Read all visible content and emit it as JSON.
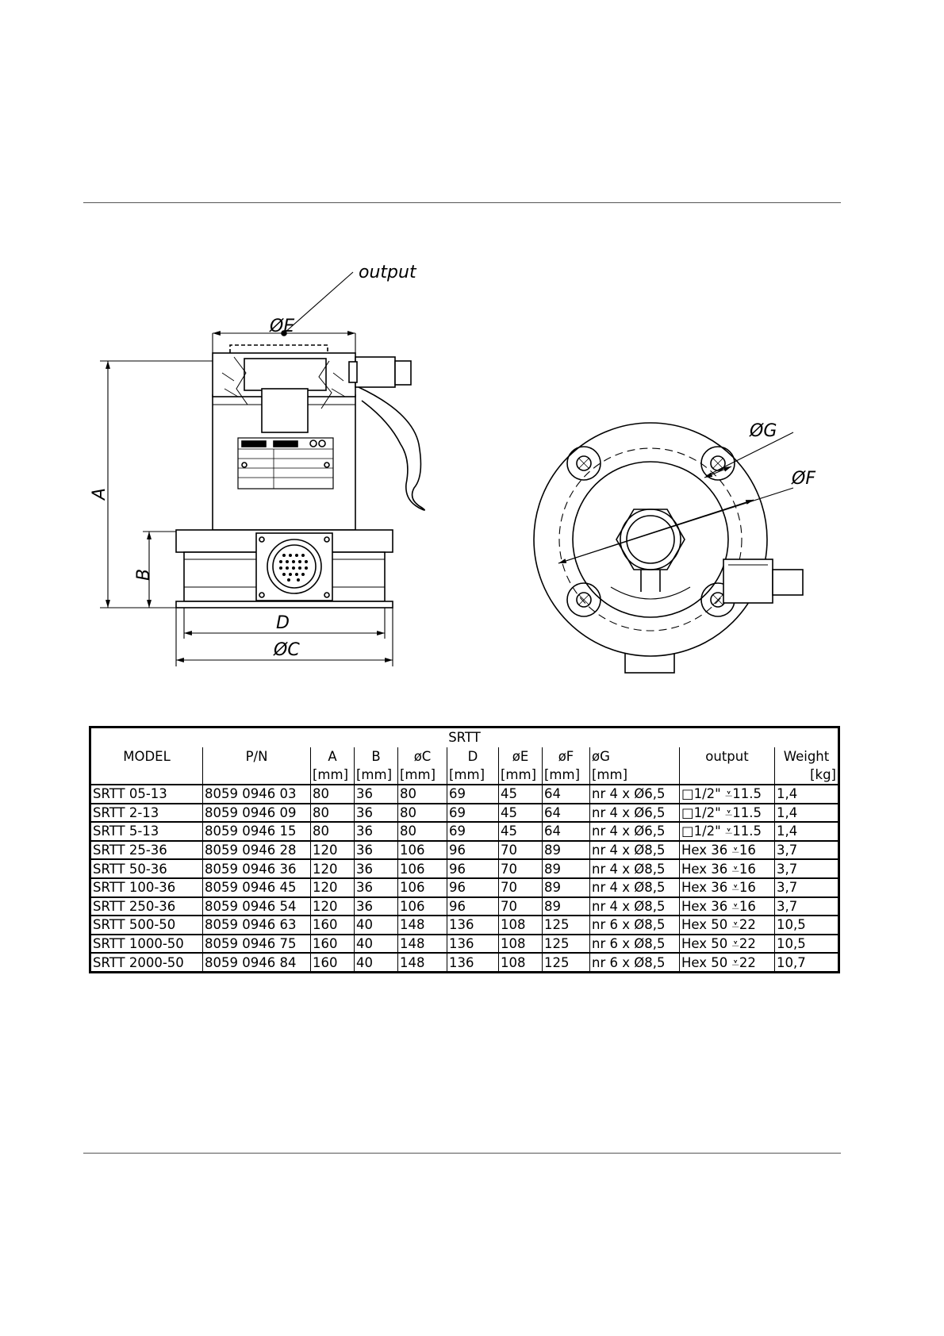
{
  "drawing": {
    "labels": {
      "output": "output",
      "dim_e": "ØE",
      "dim_a": "A",
      "dim_b": "B",
      "dim_d": "D",
      "dim_c": "ØC",
      "dim_g": "ØG",
      "dim_f": "ØF"
    }
  },
  "table": {
    "title": "SRTT",
    "headers": {
      "model": "MODEL",
      "pn": "P/N",
      "a": "A",
      "b": "B",
      "c": "øC",
      "d": "D",
      "e": "øE",
      "f": "øF",
      "g": "øG",
      "output": "output",
      "weight": "Weight",
      "unit_mm": "[mm]",
      "unit_kg": "[kg]"
    },
    "rows": [
      {
        "model": "SRTT 05-13",
        "pn": "8059 0946 03",
        "a": "80",
        "b": "36",
        "c": "80",
        "d": "69",
        "e": "45",
        "f": "64",
        "g": "nr 4 x Ø6,5",
        "output": "□1/2\" ⩡11.5",
        "weight": "1,4"
      },
      {
        "model": "SRTT 2-13",
        "pn": "8059 0946 09",
        "a": "80",
        "b": "36",
        "c": "80",
        "d": "69",
        "e": "45",
        "f": "64",
        "g": "nr 4 x Ø6,5",
        "output": "□1/2\" ⩡11.5",
        "weight": "1,4"
      },
      {
        "model": "SRTT 5-13",
        "pn": "8059 0946 15",
        "a": "80",
        "b": "36",
        "c": "80",
        "d": "69",
        "e": "45",
        "f": "64",
        "g": "nr 4 x Ø6,5",
        "output": "□1/2\" ⩡11.5",
        "weight": "1,4"
      },
      {
        "model": "SRTT 25-36",
        "pn": "8059 0946 28",
        "a": "120",
        "b": "36",
        "c": "106",
        "d": "96",
        "e": "70",
        "f": "89",
        "g": "nr 4 x Ø8,5",
        "output": "Hex 36 ⩡16",
        "weight": "3,7"
      },
      {
        "model": "SRTT 50-36",
        "pn": "8059 0946 36",
        "a": "120",
        "b": "36",
        "c": "106",
        "d": "96",
        "e": "70",
        "f": "89",
        "g": "nr 4 x Ø8,5",
        "output": "Hex 36 ⩡16",
        "weight": "3,7"
      },
      {
        "model": "SRTT 100-36",
        "pn": "8059 0946 45",
        "a": "120",
        "b": "36",
        "c": "106",
        "d": "96",
        "e": "70",
        "f": "89",
        "g": "nr 4 x Ø8,5",
        "output": "Hex 36 ⩡16",
        "weight": "3,7"
      },
      {
        "model": "SRTT 250-36",
        "pn": "8059 0946 54",
        "a": "120",
        "b": "36",
        "c": "106",
        "d": "96",
        "e": "70",
        "f": "89",
        "g": "nr 4 x Ø8,5",
        "output": "Hex 36 ⩡16",
        "weight": "3,7"
      },
      {
        "model": "SRTT 500-50",
        "pn": "8059 0946 63",
        "a": "160",
        "b": "40",
        "c": "148",
        "d": "136",
        "e": "108",
        "f": "125",
        "g": "nr 6 x Ø8,5",
        "output": "Hex 50 ⩡22",
        "weight": "10,5"
      },
      {
        "model": "SRTT 1000-50",
        "pn": "8059 0946 75",
        "a": "160",
        "b": "40",
        "c": "148",
        "d": "136",
        "e": "108",
        "f": "125",
        "g": "nr 6 x Ø8,5",
        "output": "Hex 50 ⩡22",
        "weight": "10,5"
      },
      {
        "model": "SRTT 2000-50",
        "pn": "8059 0946 84",
        "a": "160",
        "b": "40",
        "c": "148",
        "d": "136",
        "e": "108",
        "f": "125",
        "g": "nr 6 x Ø8,5",
        "output": "Hex 50 ⩡22",
        "weight": "10,7"
      }
    ]
  }
}
